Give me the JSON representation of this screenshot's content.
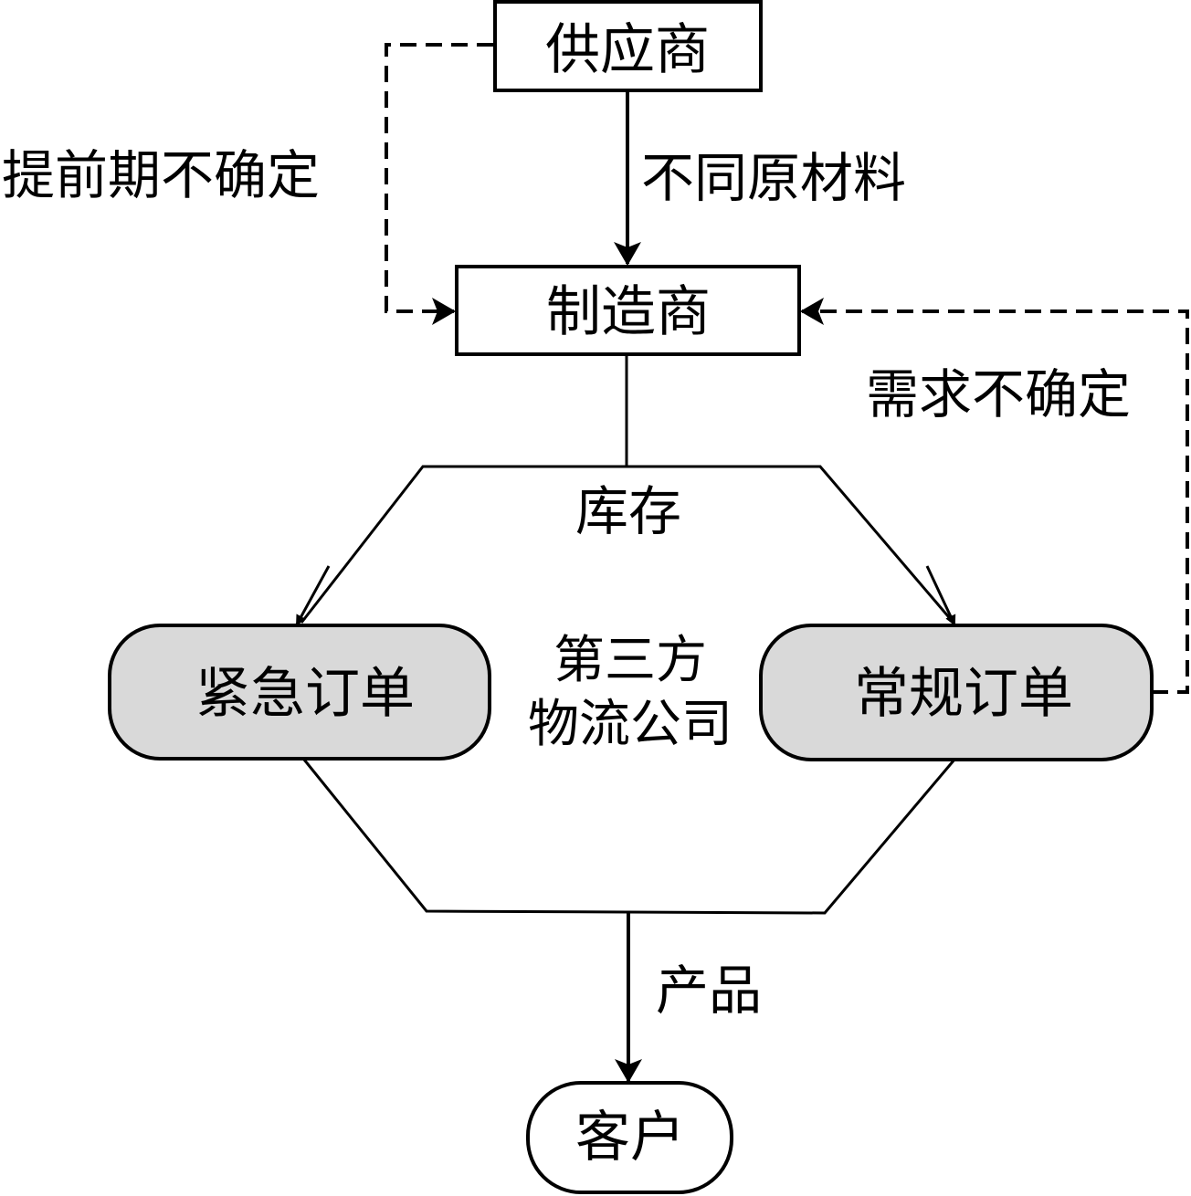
{
  "nodes": {
    "supplier": "供应商",
    "manufacturer": "制造商",
    "urgent_order": "紧急订单",
    "regular_order": "常规订单",
    "third_party_line1": "第三方",
    "third_party_line2": "物流公司",
    "inventory": "库存",
    "customer": "客户"
  },
  "edges": {
    "raw_materials": "不同原材料",
    "lead_time_uncertain": "提前期不确定",
    "demand_uncertain": "需求不确定",
    "product": "产品"
  },
  "colors": {
    "order_fill": "#d9d9d9",
    "stroke": "#000000"
  }
}
